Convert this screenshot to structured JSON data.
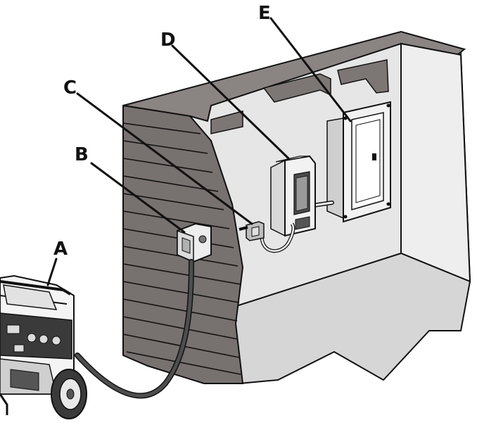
{
  "callouts": [
    {
      "id": "A",
      "label": "A"
    },
    {
      "id": "B",
      "label": "B"
    },
    {
      "id": "C",
      "label": "C"
    },
    {
      "id": "D",
      "label": "D"
    },
    {
      "id": "E",
      "label": "E"
    }
  ],
  "colors": {
    "siding": "#77716f",
    "wall_interior": "#e6e6e6",
    "wall_top": "#8a8583",
    "floor": "#d6d6d6",
    "outline": "#111111",
    "equipment": "#f2f2f2",
    "cord": "#4e4e4e"
  }
}
